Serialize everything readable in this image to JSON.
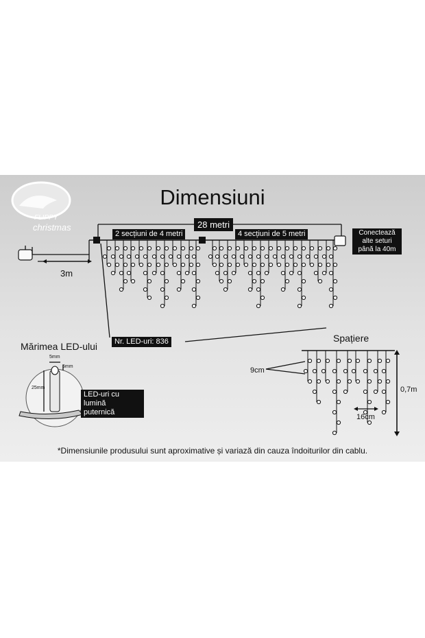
{
  "header": {
    "title": "Dimensiuni",
    "logo_line1": "FLIPPY",
    "logo_line2": "christmas"
  },
  "diagram": {
    "total_length": "28 metri",
    "section_a": "2 secțiuni de 4 metri",
    "section_b": "4 secțiuni de 5 metri",
    "connect_line1": "Conectează",
    "connect_line2": "alte seturi",
    "connect_line3": "până la 40m",
    "lead_length": "3m",
    "led_count": "Nr. LED-uri: 836"
  },
  "led_size": {
    "heading": "Mărimea LED-ului",
    "width": "5mm",
    "head": "5mm",
    "height": "25mm",
    "caption_line1": "LED-uri cu lumină",
    "caption_line2": "puternică"
  },
  "spacing": {
    "heading": "Spațiere",
    "vertical_gap": "9cm",
    "horizontal_gap": "16cm",
    "drop_height": "0,7m"
  },
  "footnote": "*Dimensiunile produsului sunt aproximative și variază din cauza îndoiturilor din cablu.",
  "colors": {
    "panel": "#d9d9d9",
    "ink": "#111111",
    "label_box": "#111111"
  }
}
